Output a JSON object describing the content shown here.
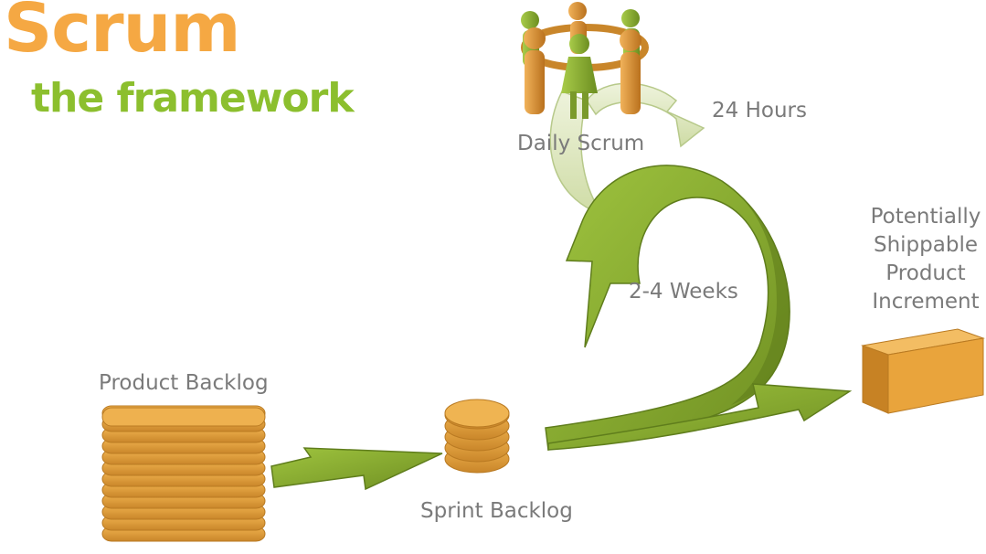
{
  "title": {
    "main": "Scrum",
    "sub": "the framework"
  },
  "labels": {
    "daily_scrum": "Daily Scrum",
    "hours": "24 Hours",
    "weeks": "2-4 Weeks",
    "product_backlog": "Product Backlog",
    "sprint_backlog": "Sprint Backlog",
    "increment_lines": [
      "Potentially",
      "Shippable",
      "Product",
      "Increment"
    ]
  },
  "colors": {
    "title_orange": "#f5a843",
    "title_green": "#8cbf2e",
    "arrow_green": "#8db236",
    "arrow_dark": "#6e8f22",
    "arrow_light": "#dfe9c2",
    "stack_orange": "#e1a13f",
    "stack_edge": "#b97a22",
    "box_front": "#e9a43c",
    "box_side": "#c78224",
    "box_top": "#f3bd63",
    "label_gray": "#7a7a7a"
  },
  "icons": [
    "people-circle-icon",
    "backlog-stack-icon",
    "sprint-stack-icon",
    "increment-box-icon"
  ]
}
